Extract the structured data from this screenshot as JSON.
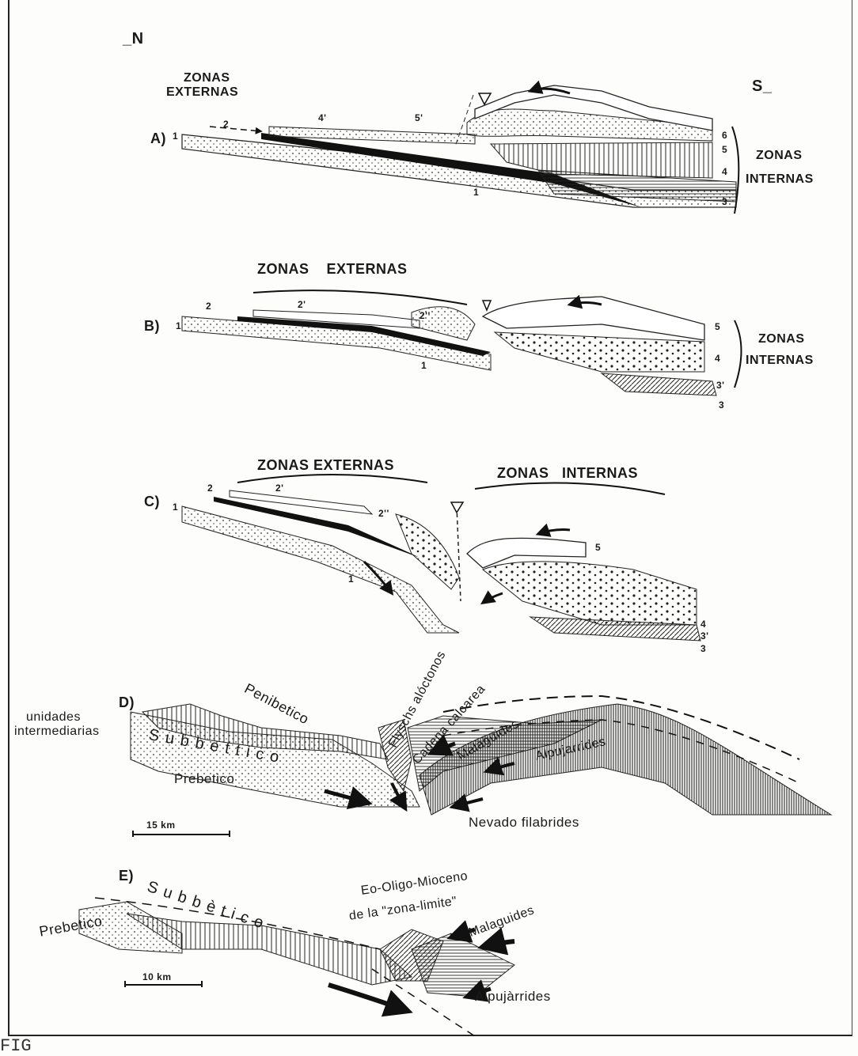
{
  "orientation": {
    "north": "_N",
    "south": "S_"
  },
  "panel_a": {
    "letter": "A)",
    "externas": [
      "ZONAS",
      "EXTERNAS"
    ],
    "internas": [
      "ZONAS",
      "INTERNAS"
    ],
    "units": [
      "1",
      "2",
      "4'",
      "5'",
      "6",
      "5",
      "4",
      "1",
      "3"
    ]
  },
  "panel_b": {
    "letter": "B)",
    "externas": "ZONAS    EXTERNAS",
    "internas": [
      "ZONAS",
      "INTERNAS"
    ],
    "units": [
      "1",
      "2",
      "2'",
      "2''",
      "5",
      "4",
      "1",
      "3'",
      "3"
    ]
  },
  "panel_c": {
    "letter": "C)",
    "externas": "ZONAS EXTERNAS",
    "internas": "ZONAS   INTERNAS",
    "units": [
      "1",
      "2",
      "2'",
      "2''",
      "5",
      "1",
      "4",
      "3'",
      "3"
    ]
  },
  "panel_d": {
    "letter": "D)",
    "labels": {
      "unidades": "unidades",
      "intermediarias": "intermediarias",
      "subbettico": "Subbettico",
      "penibetico": "Penibetico",
      "flyschs": "Flyschs alóctonos",
      "cadena": "Cadena calcarea",
      "malaguides": "Malaguides",
      "alpujarrides": "Alpujarrides",
      "prebetico": "Prebetico",
      "nevado": "Nevado filabrides"
    },
    "scale": "15 km"
  },
  "panel_e": {
    "letter": "E)",
    "labels": {
      "subbetico": "Subbètico",
      "prebetico": "Prebetico",
      "eo": "Eo-Oligo-Mioceno",
      "zona": "de la \"zona-limite\"",
      "malaguides": "Malaguides",
      "alpujarrides": "Alpujàrrides"
    },
    "scale": "10 km"
  },
  "caption": "FIG"
}
